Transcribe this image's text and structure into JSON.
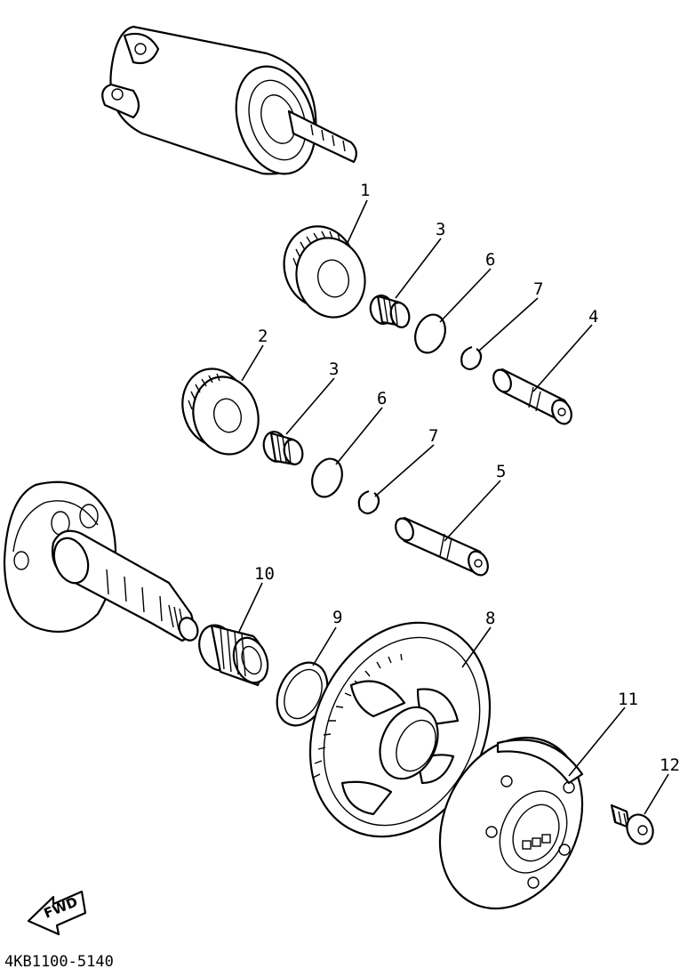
{
  "drawing_number": "4KB1100-5140",
  "fwd_label": "FWD",
  "callouts": [
    {
      "id": "c1a",
      "text": "1"
    },
    {
      "id": "c2",
      "text": "2"
    },
    {
      "id": "c3a",
      "text": "3"
    },
    {
      "id": "c3b",
      "text": "3"
    },
    {
      "id": "c4",
      "text": "4"
    },
    {
      "id": "c5",
      "text": "5"
    },
    {
      "id": "c6a",
      "text": "6"
    },
    {
      "id": "c6b",
      "text": "6"
    },
    {
      "id": "c7a",
      "text": "7"
    },
    {
      "id": "c7b",
      "text": "7"
    },
    {
      "id": "c8",
      "text": "8"
    },
    {
      "id": "c9",
      "text": "9"
    },
    {
      "id": "c10",
      "text": "10"
    },
    {
      "id": "c11",
      "text": "11"
    },
    {
      "id": "c12",
      "text": "12"
    }
  ]
}
